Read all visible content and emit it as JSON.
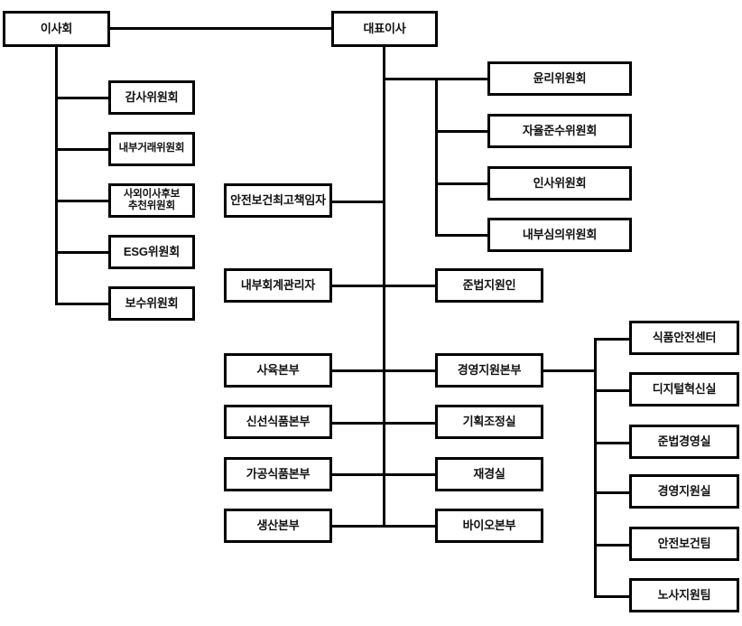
{
  "chart_title": "",
  "colors": {
    "background": "#ffffff",
    "border": "#000000",
    "text": "#111111",
    "connector": "#000000"
  },
  "nodes": {
    "board": {
      "label": "이사회"
    },
    "ceo": {
      "label": "대표이사"
    },
    "board_committees": [
      {
        "label": "감사위원회"
      },
      {
        "label": "내부거래위원회"
      },
      {
        "label": "사외이사후보\n추천위원회"
      },
      {
        "label": "ESG위원회"
      },
      {
        "label": "보수위원회"
      }
    ],
    "ceo_committees": [
      {
        "label": "윤리위원회"
      },
      {
        "label": "자율준수위원회"
      },
      {
        "label": "인사위원회"
      },
      {
        "label": "내부심의위원회"
      }
    ],
    "officers": [
      {
        "label": "안전보건최고책임자"
      },
      {
        "label": "내부회계관리자"
      }
    ],
    "compliance_support": {
      "label": "준법지원인"
    },
    "business_units_left": [
      {
        "label": "사육본부"
      },
      {
        "label": "신선식품본부"
      },
      {
        "label": "가공식품본부"
      },
      {
        "label": "생산본부"
      }
    ],
    "business_units_right": [
      {
        "label": "경영지원본부"
      },
      {
        "label": "기획조정실"
      },
      {
        "label": "재경실"
      },
      {
        "label": "바이오본부"
      }
    ],
    "support_departments": [
      {
        "label": "식품안전센터"
      },
      {
        "label": "디지털혁신실"
      },
      {
        "label": "준법경영실"
      },
      {
        "label": "경영지원실"
      },
      {
        "label": "안전보건팀"
      },
      {
        "label": "노사지원팀"
      }
    ]
  }
}
